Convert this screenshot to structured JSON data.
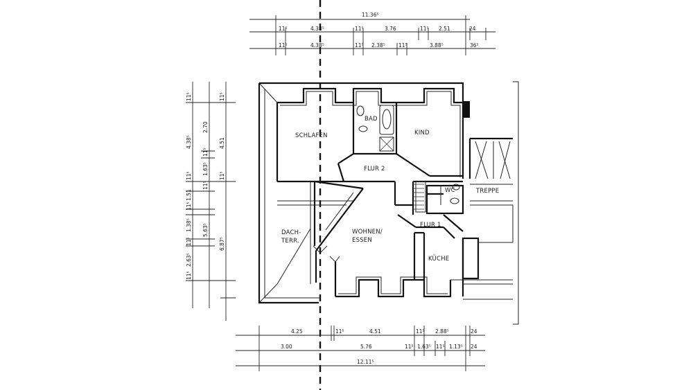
{
  "rooms": {
    "schlafen": "SCHLAFEN",
    "bad": "BAD",
    "kind": "KIND",
    "flur2": "FLUR 2",
    "wc": "WC",
    "treppe": "TREPPE",
    "dachterr_1": "DACH-",
    "dachterr_2": "TERR.",
    "wohnen_1": "WOHNEN/",
    "wohnen_2": "ESSEN",
    "flur1": "FLUR 1",
    "kueche": "KÜCHE"
  },
  "dims_top": {
    "total": "11.36⁵",
    "r1": [
      "11⁵",
      "4.38⁵",
      "11⁵",
      "3.76",
      "11⁵",
      "2.51",
      "24"
    ],
    "r2": [
      "11⁵",
      "4.38⁵",
      "11⁵",
      "2.38⁵",
      "11⁵",
      "3.88⁵",
      "36⁵"
    ]
  },
  "dims_bottom": {
    "r1": [
      "4.25",
      "11⁵",
      "4.51",
      "11⁵",
      "2.88⁵",
      "24"
    ],
    "r2": [
      "3.00",
      "5.76",
      "11⁵",
      "1.63⁵",
      "11⁵",
      "1.13⁵",
      "24"
    ],
    "total": "12.11⁵"
  },
  "dims_left": {
    "c1": [
      "11⁵",
      "4.38⁵",
      "11⁵",
      "1.51",
      "11⁵",
      "1.38⁵",
      "11⁵",
      "2.63⁵",
      "11⁵"
    ],
    "c2": [
      "2.70",
      "11⁵",
      "1.63⁵",
      "11⁵",
      "5.63⁵"
    ],
    "c3": [
      "11⁵",
      "4.51",
      "11⁵",
      "6.87⁵"
    ]
  }
}
